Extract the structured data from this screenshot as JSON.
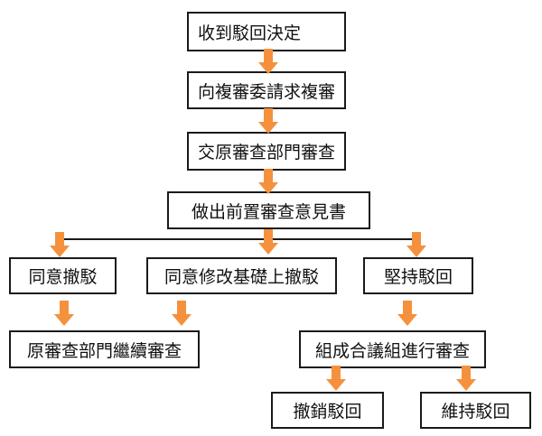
{
  "colors": {
    "arrow": "#F5913D",
    "border": "#1A1A1A",
    "text": "#111111"
  },
  "nodes": {
    "receive_decision": "收到駁回決定",
    "apply_review": "向複審委請求複審",
    "send_original_dept": "交原審查部門審查",
    "pre_review_opinion": "做出前置審查意見書",
    "agree_revoke": "同意撤駁",
    "agree_amend_revoke": "同意修改基礎上撤駁",
    "uphold_rejection": "堅持駁回",
    "original_dept_continue": "原審查部門繼續審查",
    "collegial_panel_review": "組成合議組進行審查",
    "revoke_rejection": "撤銷駁回",
    "maintain_rejection": "維持駁回"
  }
}
